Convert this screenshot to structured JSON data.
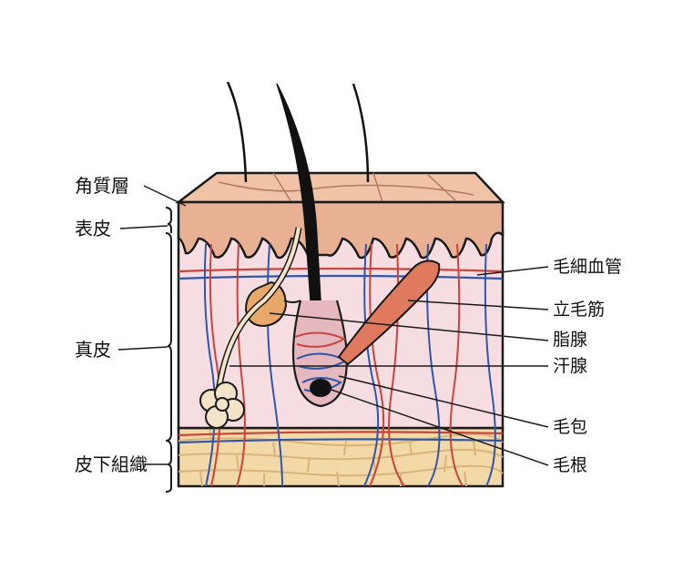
{
  "left_labels": {
    "stratum_corneum": "角質層",
    "epidermis": "表皮",
    "dermis": "真皮",
    "subcutaneous": "皮下組織"
  },
  "right_labels": {
    "capillary": "毛細血管",
    "arrector_pili": "立毛筋",
    "sebaceous_gland": "脂腺",
    "sweat_gland": "汗腺",
    "hair_follicle": "毛包",
    "hair_root": "毛根"
  },
  "colors": {
    "surface": "#f1c3a6",
    "epidermis": "#e9b193",
    "dermis": "#f6dde2",
    "fat": "#f3d8a8",
    "fat_line": "#d9b47a",
    "artery": "#c8443c",
    "vein": "#2f56a8",
    "muscle": "#e07a5f",
    "sebaceous": "#e7a86a",
    "outline": "#1a1a1a"
  }
}
